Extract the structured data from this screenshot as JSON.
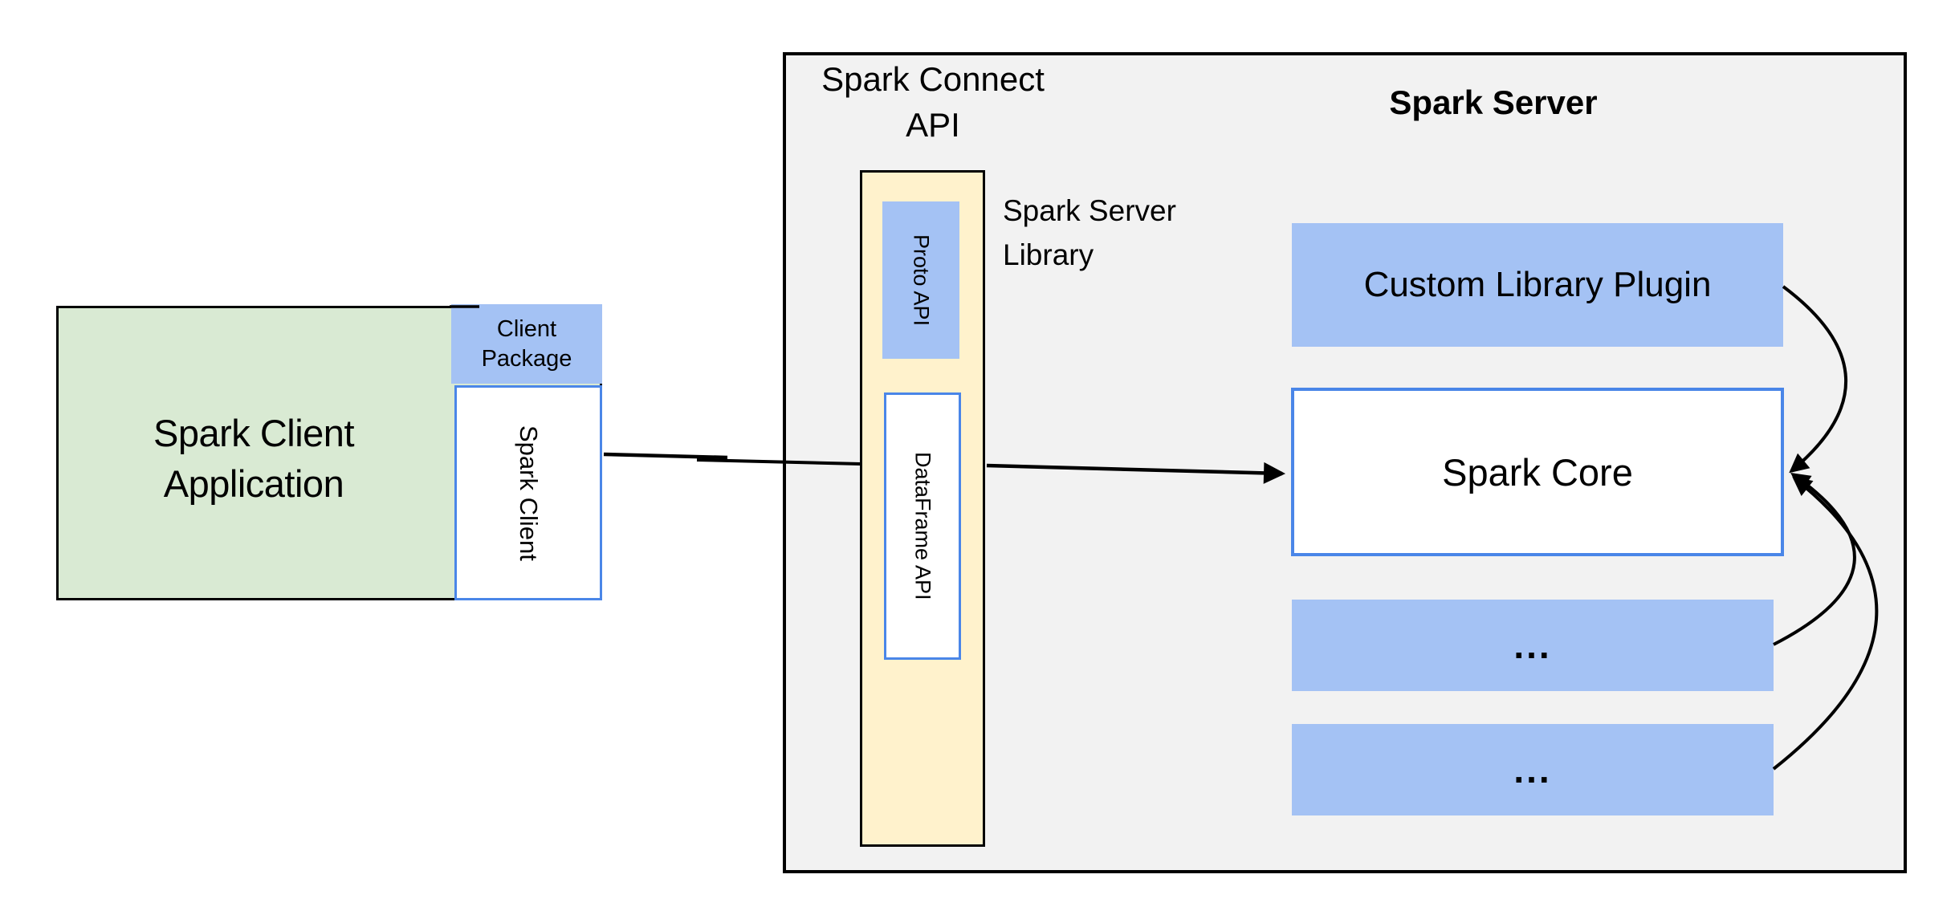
{
  "colors": {
    "background": "#ffffff",
    "green_fill": "#d9ead3",
    "blue_fill": "#a4c2f4",
    "blue_border": "#4a86e8",
    "yellow_fill": "#fff2cc",
    "gray_fill": "#f2f2f2"
  },
  "client": {
    "app_title": "Spark Client\nApplication",
    "package_label": "Client\nPackage",
    "spark_client_label": "Spark Client"
  },
  "connect": {
    "title": "Spark Connect\nAPI",
    "proto_api_label": "Proto  API",
    "dataframe_api_label": "DataFrame API",
    "library_label": "Spark Server\nLibrary"
  },
  "server": {
    "title": "Spark Server",
    "plugin_label": "Custom Library Plugin",
    "core_label": "Spark Core",
    "ellipsis_1": "...",
    "ellipsis_2": "..."
  }
}
